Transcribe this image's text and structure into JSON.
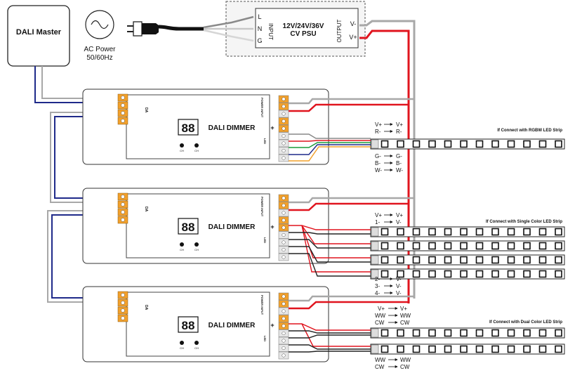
{
  "master": {
    "label": "DALI Master"
  },
  "ac": {
    "line1": "AC Power",
    "line2": "50/60Hz"
  },
  "psu": {
    "title1": "12V/24V/36V",
    "title2": "CV PSU",
    "input_label": "INPUT",
    "output_label": "OUTPUT",
    "in_terminals": [
      "L",
      "N",
      "G"
    ],
    "out_terminals": [
      "V-",
      "V+"
    ]
  },
  "dimmer": {
    "label": "DALI DIMMER",
    "display": "88",
    "button": "CH",
    "da": "DA",
    "power_label": "POWER INPUT",
    "led_label": "LED"
  },
  "rgbw": {
    "title": "If Connect with RGBW LED Strip",
    "top": [
      [
        "V+",
        "V+"
      ],
      [
        "R-",
        "R-"
      ]
    ],
    "bottom": [
      [
        "G-",
        "G-"
      ],
      [
        "B-",
        "B-"
      ],
      [
        "W-",
        "W-"
      ]
    ],
    "arrow": "→"
  },
  "single": {
    "title": "If Connect with Single Color LED Strip",
    "top": [
      [
        "V+",
        "V+"
      ],
      [
        "1-",
        "V-"
      ]
    ],
    "bottom": [
      [
        "2-",
        "V-"
      ],
      [
        "3-",
        "V-"
      ],
      [
        "4-",
        "V-"
      ]
    ],
    "arrow": "→"
  },
  "dual": {
    "title": "If Connect with Dual Color LED Strip",
    "top": [
      [
        "V+",
        "V+"
      ],
      [
        "WW",
        "WW"
      ],
      [
        "CW",
        "CW"
      ]
    ],
    "bottom": [
      [
        "WW",
        "WW"
      ],
      [
        "CW",
        "CW"
      ]
    ],
    "arrow": "→"
  },
  "terminal_signs": {
    "plus": "+",
    "minus": "-"
  },
  "colors": {
    "red": "#e0141e",
    "blue": "#1f2a8a",
    "grey": "#a8a8a8",
    "green": "#1a9b3a",
    "orange": "#f2a02a",
    "dark": "#222222"
  }
}
